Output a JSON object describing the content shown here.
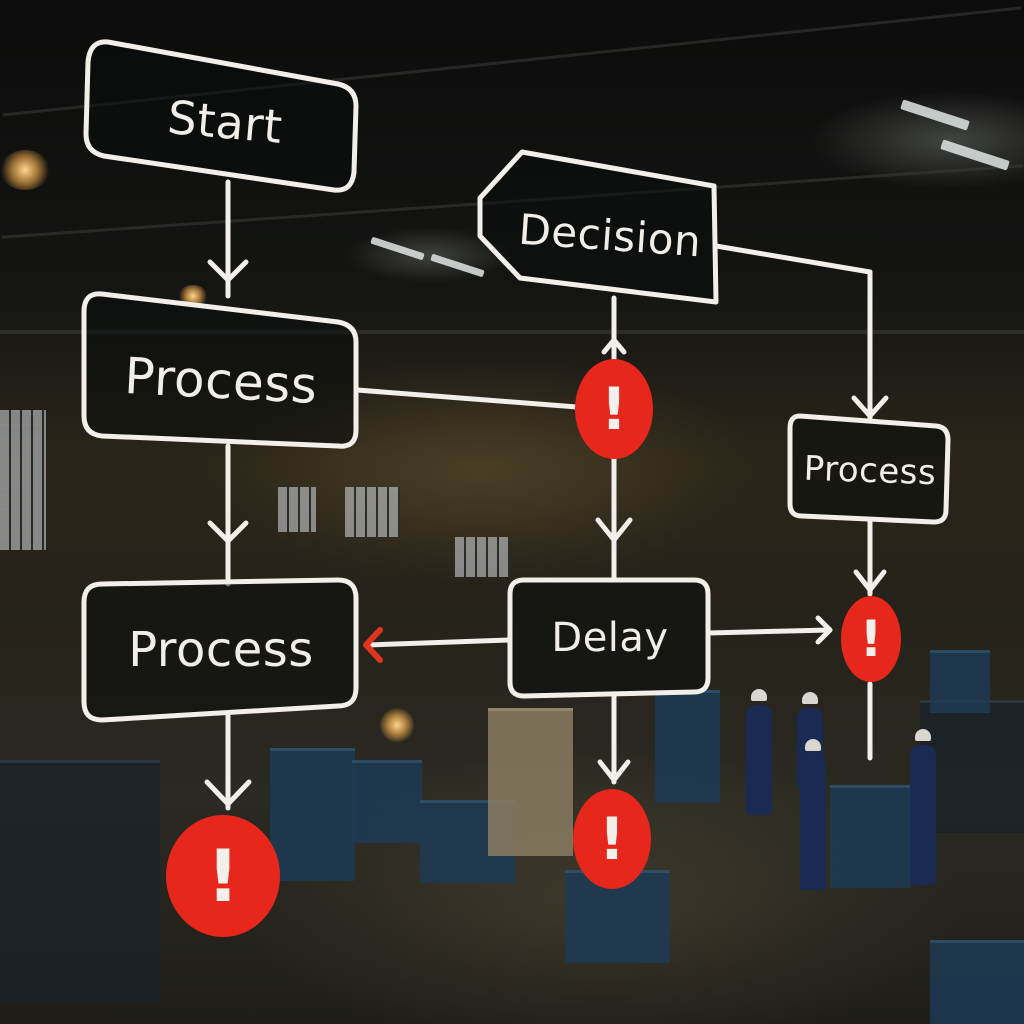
{
  "diagram": {
    "type": "flowchart",
    "style": {
      "line_color": "#f2eeea",
      "alert_color": "#e8271c",
      "alert_glyph_color": "#f3efea",
      "arrow_accent_color": "#e0341f",
      "node_fill": "rgba(10,12,12,0.55)"
    },
    "nodes": {
      "start": {
        "label": "Start",
        "shape": "rounded-rectangle"
      },
      "decision": {
        "label": "Decision",
        "shape": "hexagon-left"
      },
      "process_1": {
        "label": "Process",
        "shape": "rounded-rectangle"
      },
      "process_2": {
        "label": "Process",
        "shape": "rounded-rectangle"
      },
      "process_3": {
        "label": "Process",
        "shape": "rounded-rectangle"
      },
      "delay": {
        "label": "Delay",
        "shape": "rounded-rectangle"
      }
    },
    "alerts": [
      {
        "id": "alert_decision",
        "glyph": "!",
        "icon": "exclamation-alert-icon"
      },
      {
        "id": "alert_process_3",
        "glyph": "!",
        "icon": "exclamation-alert-icon"
      },
      {
        "id": "alert_process_2",
        "glyph": "!",
        "icon": "exclamation-alert-icon"
      },
      {
        "id": "alert_delay",
        "glyph": "!",
        "icon": "exclamation-alert-icon"
      }
    ],
    "edges": [
      {
        "from": "start",
        "to": "process_1",
        "arrow": "down"
      },
      {
        "from": "process_1",
        "to": "process_2",
        "arrow": "down"
      },
      {
        "from": "process_1",
        "to": "alert_decision",
        "arrow": "none"
      },
      {
        "from": "decision",
        "to": "alert_decision",
        "arrow": "up"
      },
      {
        "from": "alert_decision",
        "to": "delay",
        "arrow": "down"
      },
      {
        "from": "decision",
        "to": "process_3",
        "arrow": "down"
      },
      {
        "from": "process_3",
        "to": "alert_process_3",
        "arrow": "down"
      },
      {
        "from": "delay",
        "to": "alert_process_3",
        "arrow": "right"
      },
      {
        "from": "delay",
        "to": "process_2",
        "arrow": "left-red"
      },
      {
        "from": "process_2",
        "to": "alert_process_2",
        "arrow": "down"
      },
      {
        "from": "delay",
        "to": "alert_delay",
        "arrow": "down"
      }
    ]
  },
  "background": {
    "scene": "industrial factory floor",
    "elements": [
      "machines",
      "workers-in-hard-hats",
      "ceiling-lights",
      "windows"
    ]
  }
}
